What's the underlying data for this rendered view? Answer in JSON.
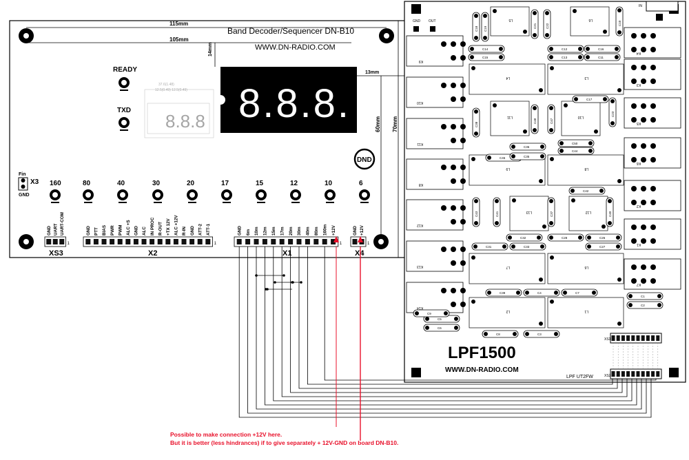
{
  "decoder": {
    "title": "Band Decoder/Sequencer DN-B10",
    "url": "WWW.DN-RADIO.COM",
    "dims": {
      "d115": "115mm",
      "d105": "105mm",
      "d14": "14mm",
      "d13": "13mm",
      "d60": "60mm",
      "d70": "70mm"
    },
    "leds": {
      "ready": "READY",
      "txd": "TXD"
    },
    "display_text": "8.8.8.",
    "logo": "DND",
    "fin": "Fin",
    "fin_gnd": "GND",
    "x3": "X3",
    "bands": [
      "160",
      "80",
      "40",
      "30",
      "20",
      "17",
      "15",
      "12",
      "10",
      "6"
    ],
    "xs3": {
      "name": "XS3",
      "pins": [
        "GND",
        "UART",
        "UART-COM"
      ],
      "one": "1"
    },
    "x2": {
      "name": "X2",
      "pins": [
        "GND",
        "PTT",
        "BIAS",
        "PWR",
        "PWM",
        "ALC +S",
        "GND",
        "ALC",
        "IN PROC",
        "R-OUT",
        "+TX 12V",
        "ALC +12V",
        "R-IN",
        "GND",
        "ATT-2",
        "ATT-1"
      ],
      "one": "1"
    },
    "x1": {
      "name": "X1",
      "pins": [
        "GND",
        "6m",
        "10m",
        "12m",
        "15m",
        "17m",
        "20m",
        "30m",
        "40m",
        "80m",
        "160m",
        "+12V"
      ],
      "one": "1"
    },
    "x4": {
      "name": "X4",
      "pins": [
        "GND",
        "+12V"
      ],
      "one": "1"
    }
  },
  "lpf": {
    "title": "LPF1500",
    "url": "WWW.DN-RADIO.COM",
    "model": "LPF UT2FW",
    "xs1": "XS1",
    "xs2": "XS2",
    "top_labels": {
      "gnd": "GND",
      "out": "OUT",
      "in": "IN"
    },
    "inductors": [
      "L6",
      "L5",
      "L4",
      "L3",
      "L11",
      "L10",
      "L9",
      "L8",
      "L12",
      "L13",
      "L7",
      "L6",
      "L2",
      "L1"
    ],
    "relays": [
      "K9",
      "K10",
      "K11",
      "K8",
      "K12",
      "K13",
      "K14",
      "K4",
      "K3",
      "K5",
      "K6",
      "K2",
      "K1",
      "K7"
    ],
    "caps": [
      "C18",
      "C19",
      "C10",
      "C21",
      "C22",
      "C14",
      "C15",
      "C12",
      "C13",
      "C16",
      "C17",
      "C11",
      "C38",
      "C23",
      "C48",
      "C47",
      "C36",
      "C45",
      "C44",
      "C35",
      "C50",
      "C20",
      "C42",
      "C41",
      "C43",
      "C37",
      "C40",
      "C32",
      "C31",
      "C33",
      "C30",
      "C28",
      "C27",
      "C26",
      "C29",
      "C39",
      "C4",
      "C7",
      "C2",
      "C1",
      "C5",
      "C6",
      "C8",
      "C3",
      "C9"
    ]
  },
  "notes": {
    "line1": "Possible to make connection +12V here.",
    "line2": "But it is better (less hindrances) if to give separately + 12V-GND on board DN-B10."
  },
  "colors": {
    "note_red": "#e8102a",
    "board_line": "#000000",
    "pin": "#111111"
  }
}
